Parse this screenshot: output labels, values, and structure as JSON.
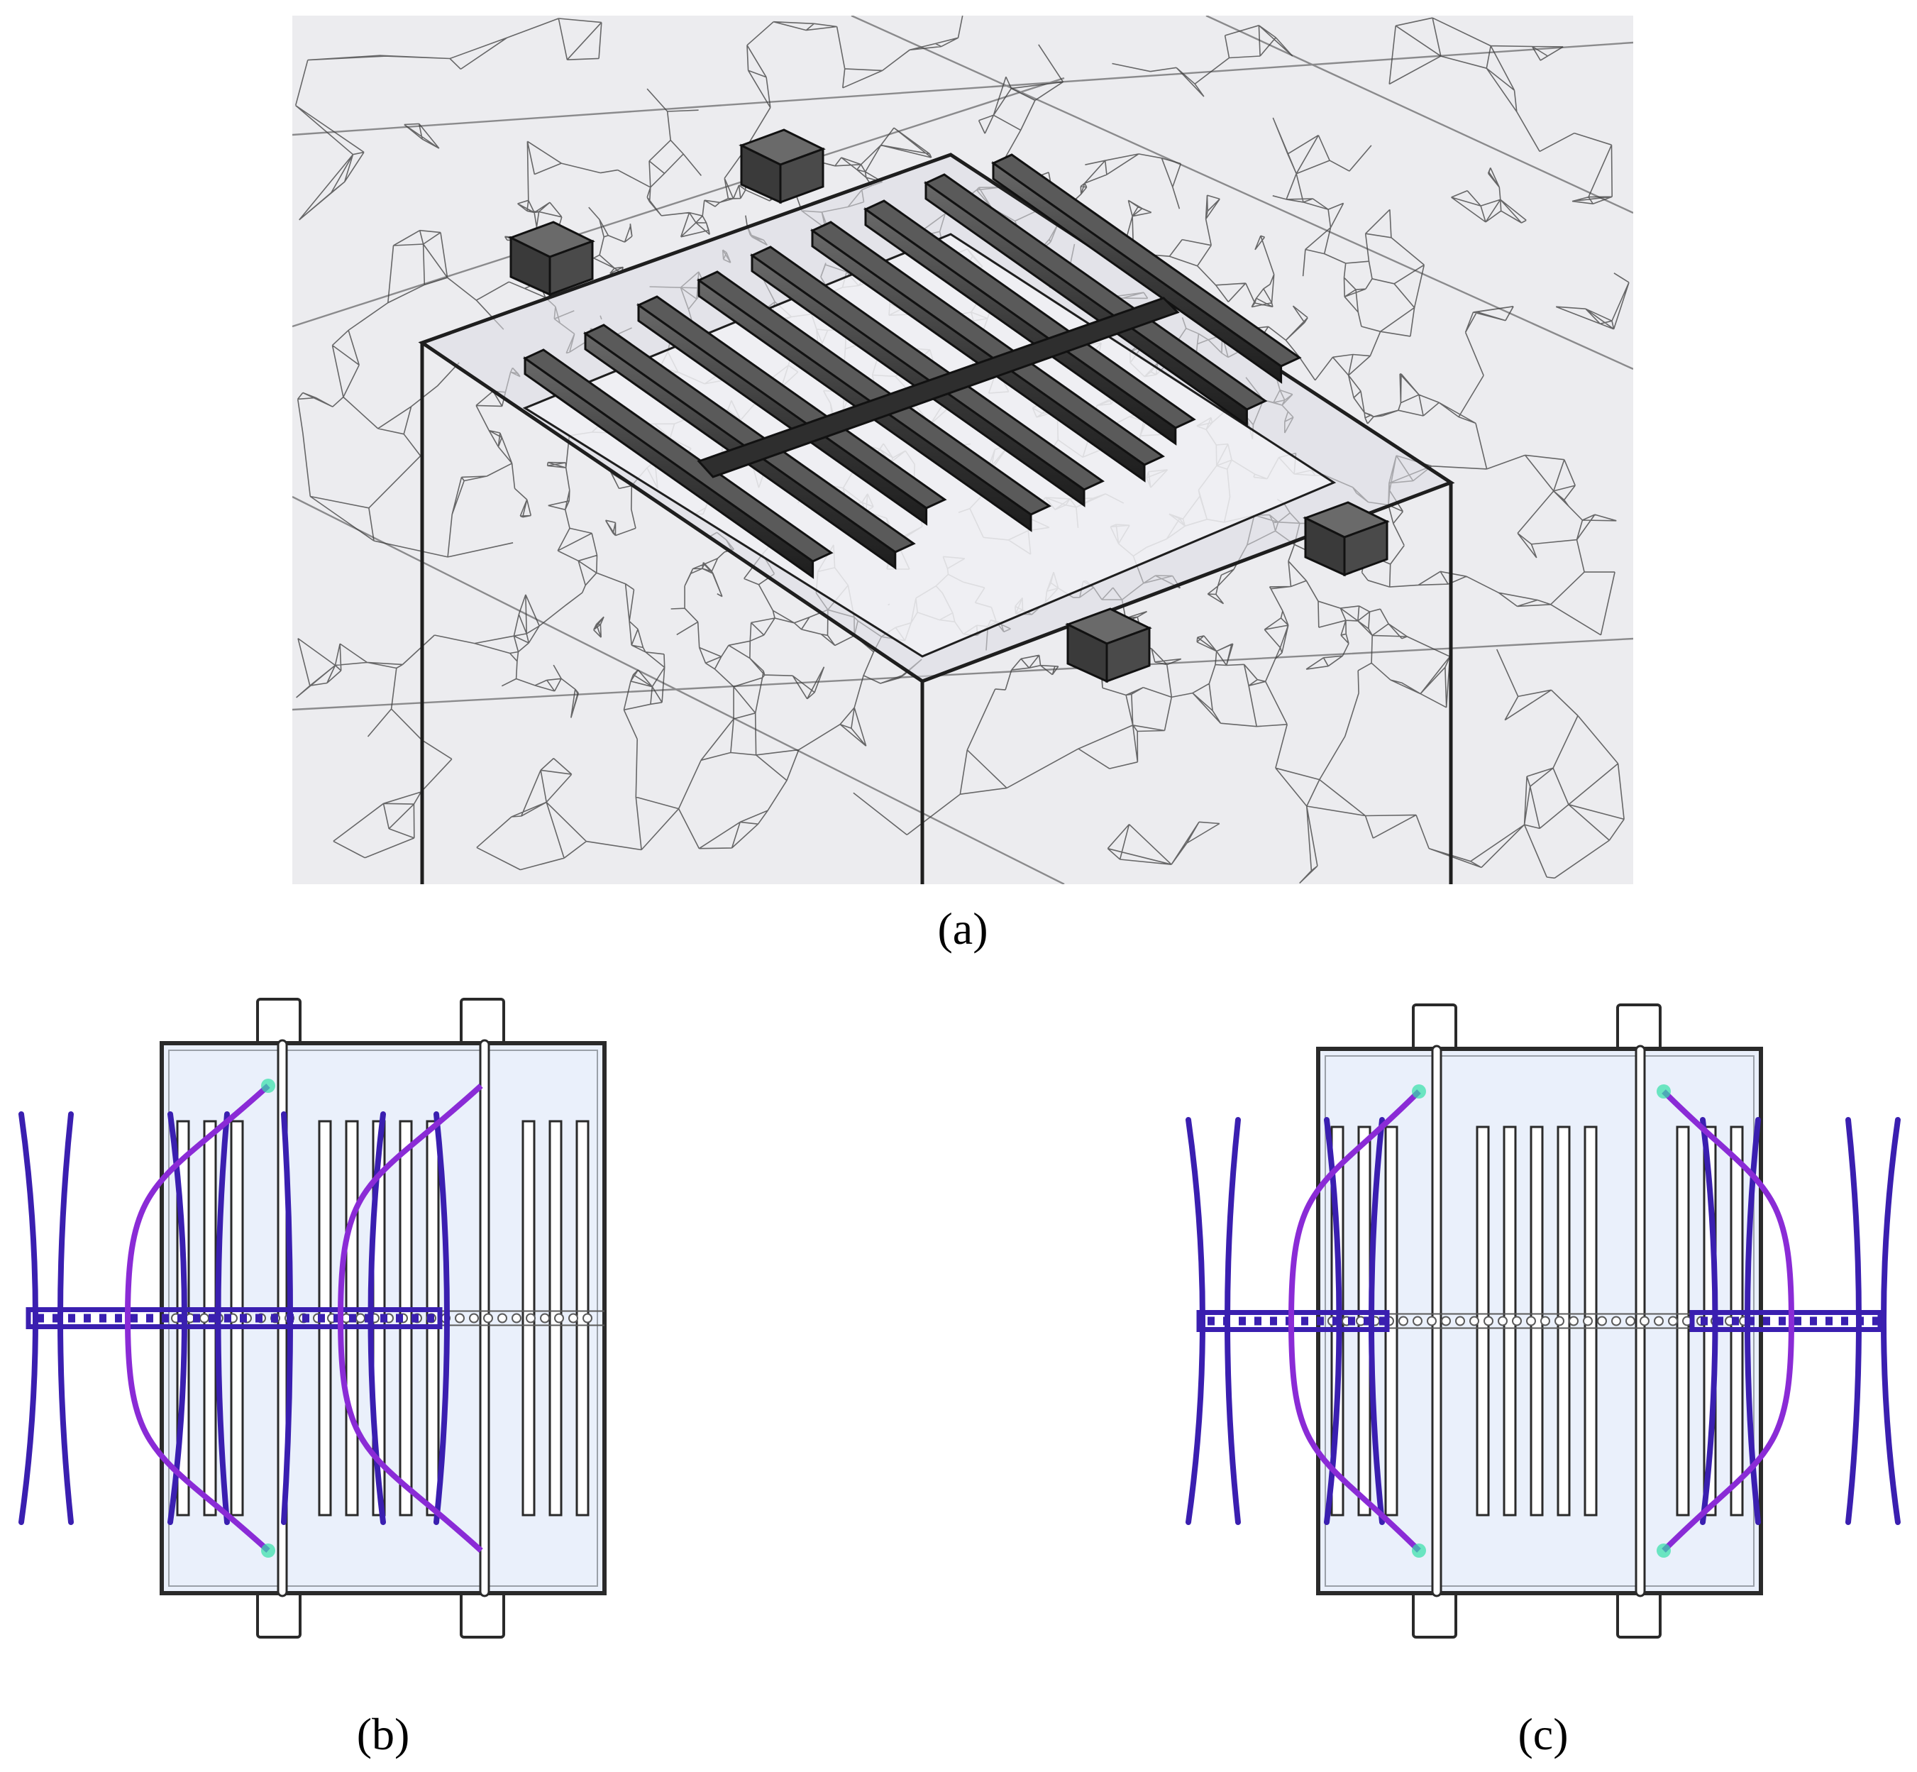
{
  "panels": [
    {
      "id": "a",
      "label": "(a)"
    },
    {
      "id": "b",
      "label": "(b)"
    },
    {
      "id": "c",
      "label": "(c)"
    }
  ],
  "colors": {
    "wave": "#3a1fb0",
    "wave_mid": "#8a2bd6",
    "wave_tip": "#33e0a8",
    "housing_fill": "#eaf0fb",
    "housing_stroke": "#2a2a2a",
    "mesh": "#3a3a3a",
    "mesh_bg": "#ececef"
  },
  "figure_b": {
    "reflector_bars_highlighted": [
      0,
      1
    ]
  },
  "figure_c": {
    "reflector_bars_highlighted": [
      0,
      2
    ]
  }
}
